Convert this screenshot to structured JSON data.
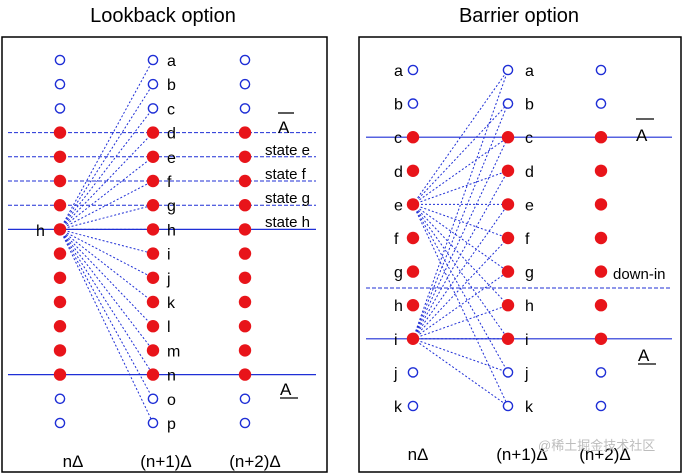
{
  "left_panel": {
    "title": "Lookback option",
    "node_labels": [
      "a",
      "b",
      "c",
      "d",
      "e",
      "f",
      "g",
      "h",
      "i",
      "j",
      "k",
      "l",
      "m",
      "n",
      "o",
      "p"
    ],
    "source_label": "h",
    "upper_barrier_label": "A",
    "lower_barrier_label": "A",
    "state_labels": [
      "state e",
      "state f",
      "state g",
      "state h"
    ],
    "axis_labels": [
      "nΔ",
      "(n+1)Δ",
      "(n+2)Δ"
    ]
  },
  "right_panel": {
    "title": "Barrier option",
    "left_labels": [
      "a",
      "b",
      "c",
      "d",
      "e",
      "f",
      "g",
      "h",
      "i",
      "j",
      "k"
    ],
    "right_labels": [
      "a",
      "b",
      "c",
      "d",
      "e",
      "f",
      "g",
      "h",
      "i",
      "j",
      "k"
    ],
    "upper_barrier_label": "A",
    "lower_barrier_label": "A",
    "down_in_label": "down-in",
    "axis_labels": [
      "nΔ",
      "(n+1)Δ",
      "(n+2)Δ"
    ]
  },
  "watermark": "@稀土掘金技术社区",
  "colors": {
    "line": "#1f2fd6",
    "filled_node": "#e8141a",
    "open_node": "#1f2fd6"
  }
}
